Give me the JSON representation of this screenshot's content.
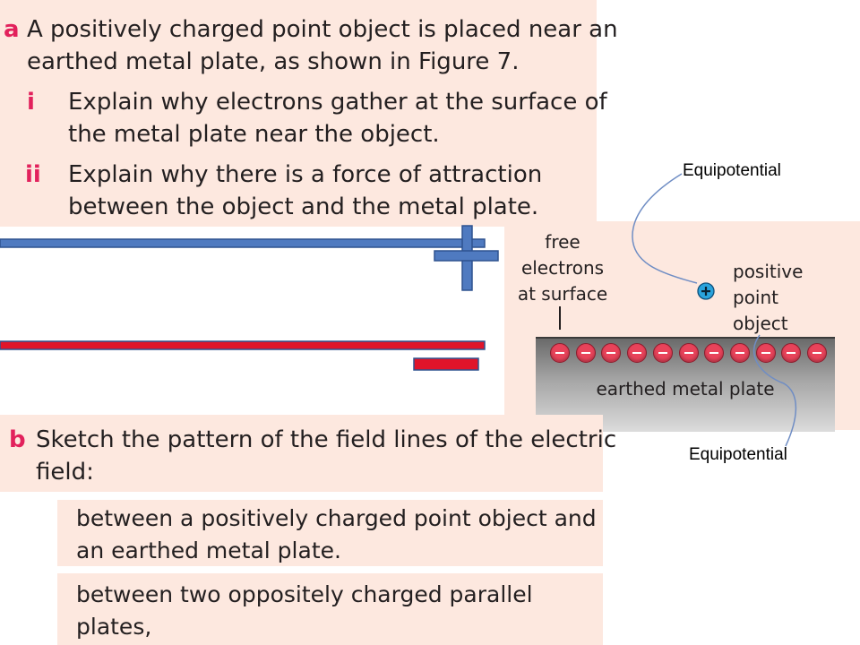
{
  "question_a": {
    "tag": "a",
    "line1": "A positively charged point object is placed near an",
    "line2": "earthed metal plate, as shown in Figure 7.",
    "part_i": {
      "tag": "i",
      "line1": "Explain why electrons gather at the surface of",
      "line2": "the metal plate near the object."
    },
    "part_ii": {
      "tag": "ii",
      "line1": "Explain why there is a force of attraction",
      "line2": "between the object and the metal plate."
    }
  },
  "figure": {
    "label_free": [
      "free",
      "electrons",
      "at surface"
    ],
    "label_positive": [
      "positive",
      "point",
      "object"
    ],
    "plate_label": "earthed metal plate",
    "electron_count": 11
  },
  "annotations": {
    "top": "Equipotential",
    "bottom": "Equipotential"
  },
  "question_b": {
    "tag": "b",
    "line1": "Sketch the pattern of the field lines of the electric",
    "line2": "field:",
    "option1": [
      "between a positively charged point object and",
      "an earthed metal plate."
    ],
    "option2": [
      "between two oppositely charged parallel",
      "plates,"
    ]
  },
  "colors": {
    "panel_bg": "#fde8df",
    "tag_magenta": "#e2215c",
    "plus_blue": "#4f7ac0",
    "minus_red": "#e0142a",
    "electron_red": "#e8435a",
    "plate_grey": "#9a9a9a"
  }
}
